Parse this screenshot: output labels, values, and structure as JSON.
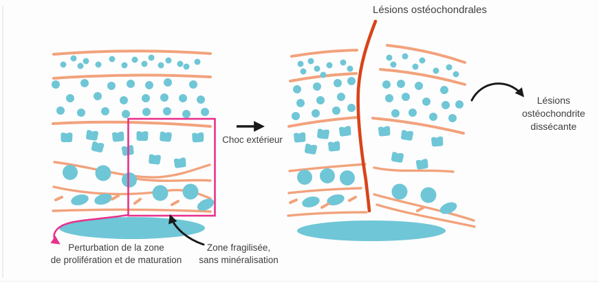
{
  "colors": {
    "teal": "#6fc6d6",
    "orange": "#f2a27c",
    "crack_red": "#d8441a",
    "pink": "#e8318c",
    "ink": "#3d3d3d",
    "arrow_black": "#1a1a1a",
    "background": "#fdfdfd"
  },
  "labels": {
    "lesions_osteochondrales": "Lésions ostéochondrales",
    "choc_exterieur": "Choc extérieur",
    "lesions_dissecante": {
      "line1": "Lésions",
      "line2": "ostéochondrite",
      "line3": "dissécante"
    },
    "perturbation": {
      "line1": "Perturbation de la zone",
      "line2": "de prolifération et de maturation"
    },
    "zone_fragilisee": {
      "line1": "Zone fragilisée,",
      "line2": "sans minéralisation"
    }
  }
}
